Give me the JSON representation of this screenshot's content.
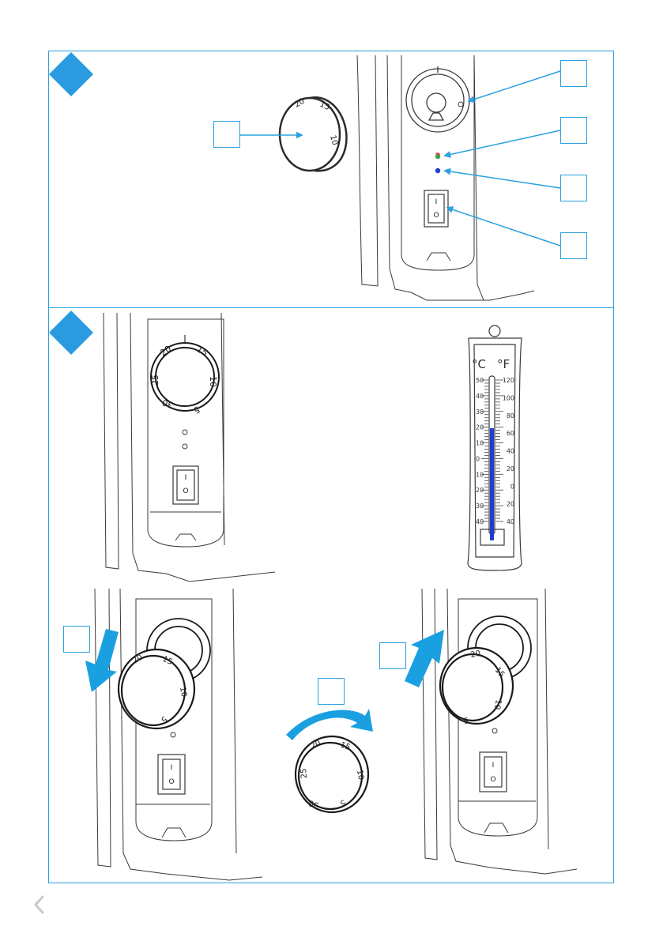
{
  "colors": {
    "accent": "#2aa0df",
    "led_red": "#e53935",
    "led_green": "#43a047",
    "led_blue": "#1f3ecf",
    "mercury": "#1f3ecf",
    "line": "#3a3a3a"
  },
  "dial": {
    "top_marks": [
      "20",
      "15",
      "10",
      "5"
    ],
    "full_marks": [
      "20",
      "15",
      "10",
      "5",
      "30",
      "25"
    ]
  },
  "switch": {
    "on_symbol": "I",
    "off_symbol": "O"
  },
  "thermometer": {
    "unit_c": "°C",
    "unit_f": "°F",
    "celsius_labels": [
      "50",
      "40",
      "30",
      "20",
      "10",
      "0",
      "10",
      "20",
      "30",
      "40"
    ],
    "fahrenheit_labels": [
      "120",
      "100",
      "80",
      "60",
      "40",
      "20",
      "0",
      "20",
      "40"
    ]
  },
  "nav": {
    "back_icon": "chevron-left-icon"
  }
}
